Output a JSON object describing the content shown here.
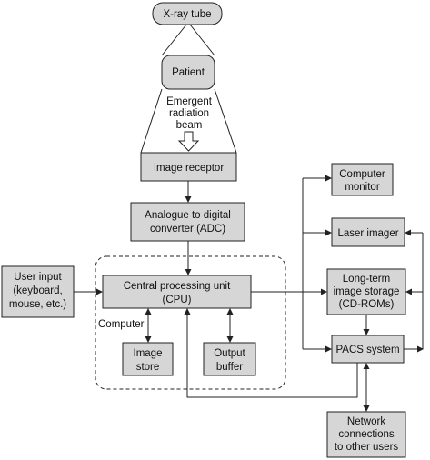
{
  "nodes": {
    "xray_tube": "X-ray tube",
    "patient": "Patient",
    "beam": [
      "Emergent",
      "radiation",
      "beam"
    ],
    "image_receptor": "Image receptor",
    "adc": [
      "Analogue to digital",
      "converter (ADC)"
    ],
    "user_input": [
      "User input",
      "(keyboard,",
      "mouse, etc.)"
    ],
    "cpu": [
      "Central processing unit",
      "(CPU)"
    ],
    "computer_label": "Computer",
    "image_store": [
      "Image",
      "store"
    ],
    "output_buffer": [
      "Output",
      "buffer"
    ],
    "computer_monitor": [
      "Computer",
      "monitor"
    ],
    "laser_imager": "Laser imager",
    "long_term_storage": [
      "Long-term",
      "image storage",
      "(CD-ROMs)"
    ],
    "pacs": "PACS system",
    "network": [
      "Network",
      "connections",
      "to other users"
    ]
  }
}
